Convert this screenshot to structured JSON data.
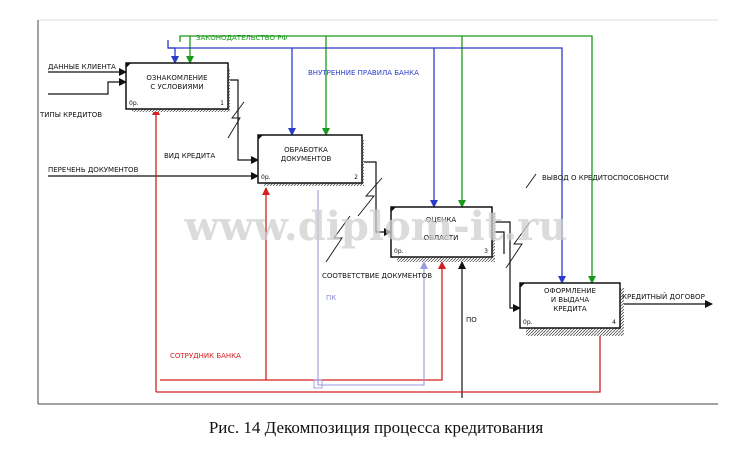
{
  "diagram": {
    "boxes": [
      {
        "title_lines": [
          "ОЗНАКОМЛЕНИЕ",
          "С УСЛОВИЯМИ"
        ],
        "op": "0р.",
        "num": "1"
      },
      {
        "title_lines": [
          "ОБРАБОТКА",
          "ДОКУМЕНТОВ"
        ],
        "op": "0р.",
        "num": "2"
      },
      {
        "title_lines": [
          "ОЦЕНКА",
          "ОБЛАСТИ"
        ],
        "op": "0р.",
        "num": "3"
      },
      {
        "title_lines": [
          "ОФОРМЛЕНИЕ",
          "И ВЫДАЧА",
          "КРЕДИТА"
        ],
        "op": "0р.",
        "num": "4"
      }
    ],
    "labels": {
      "law": "ЗАКОНОДАТЕЛЬСТВО РФ",
      "internal_rules": "ВНУТРЕННИЕ ПРАВИЛА БАНКА",
      "client_data": "ДАННЫЕ КЛИЕНТА",
      "credit_types": "ТИПЫ КРЕДИТОВ",
      "credit_kind": "ВИД КРЕДИТА",
      "doc_list": "ПЕРЕЧЕНЬ ДОКУМЕНТОВ",
      "solvency": "ВЫВОД О КРЕДИТОСПОСОБНОСТИ",
      "doc_conformity": "СООТВЕТСТВИЕ ДОКУМЕНТОВ",
      "credit_contract": "КРЕДИТНЫЙ ДОГОВОР",
      "bank_employee": "СОТРУДНИК БАНКА",
      "pc": "ПК",
      "software": "ПО"
    }
  },
  "watermark": "www.diplom-it.ru",
  "caption": "Рис. 14 Декомпозиция процесса кредитования",
  "colors": {
    "green": "#1a9a1a",
    "blue": "#2a3cc8",
    "red": "#d42020",
    "lavender": "#9a9ae0",
    "black": "#111111"
  }
}
